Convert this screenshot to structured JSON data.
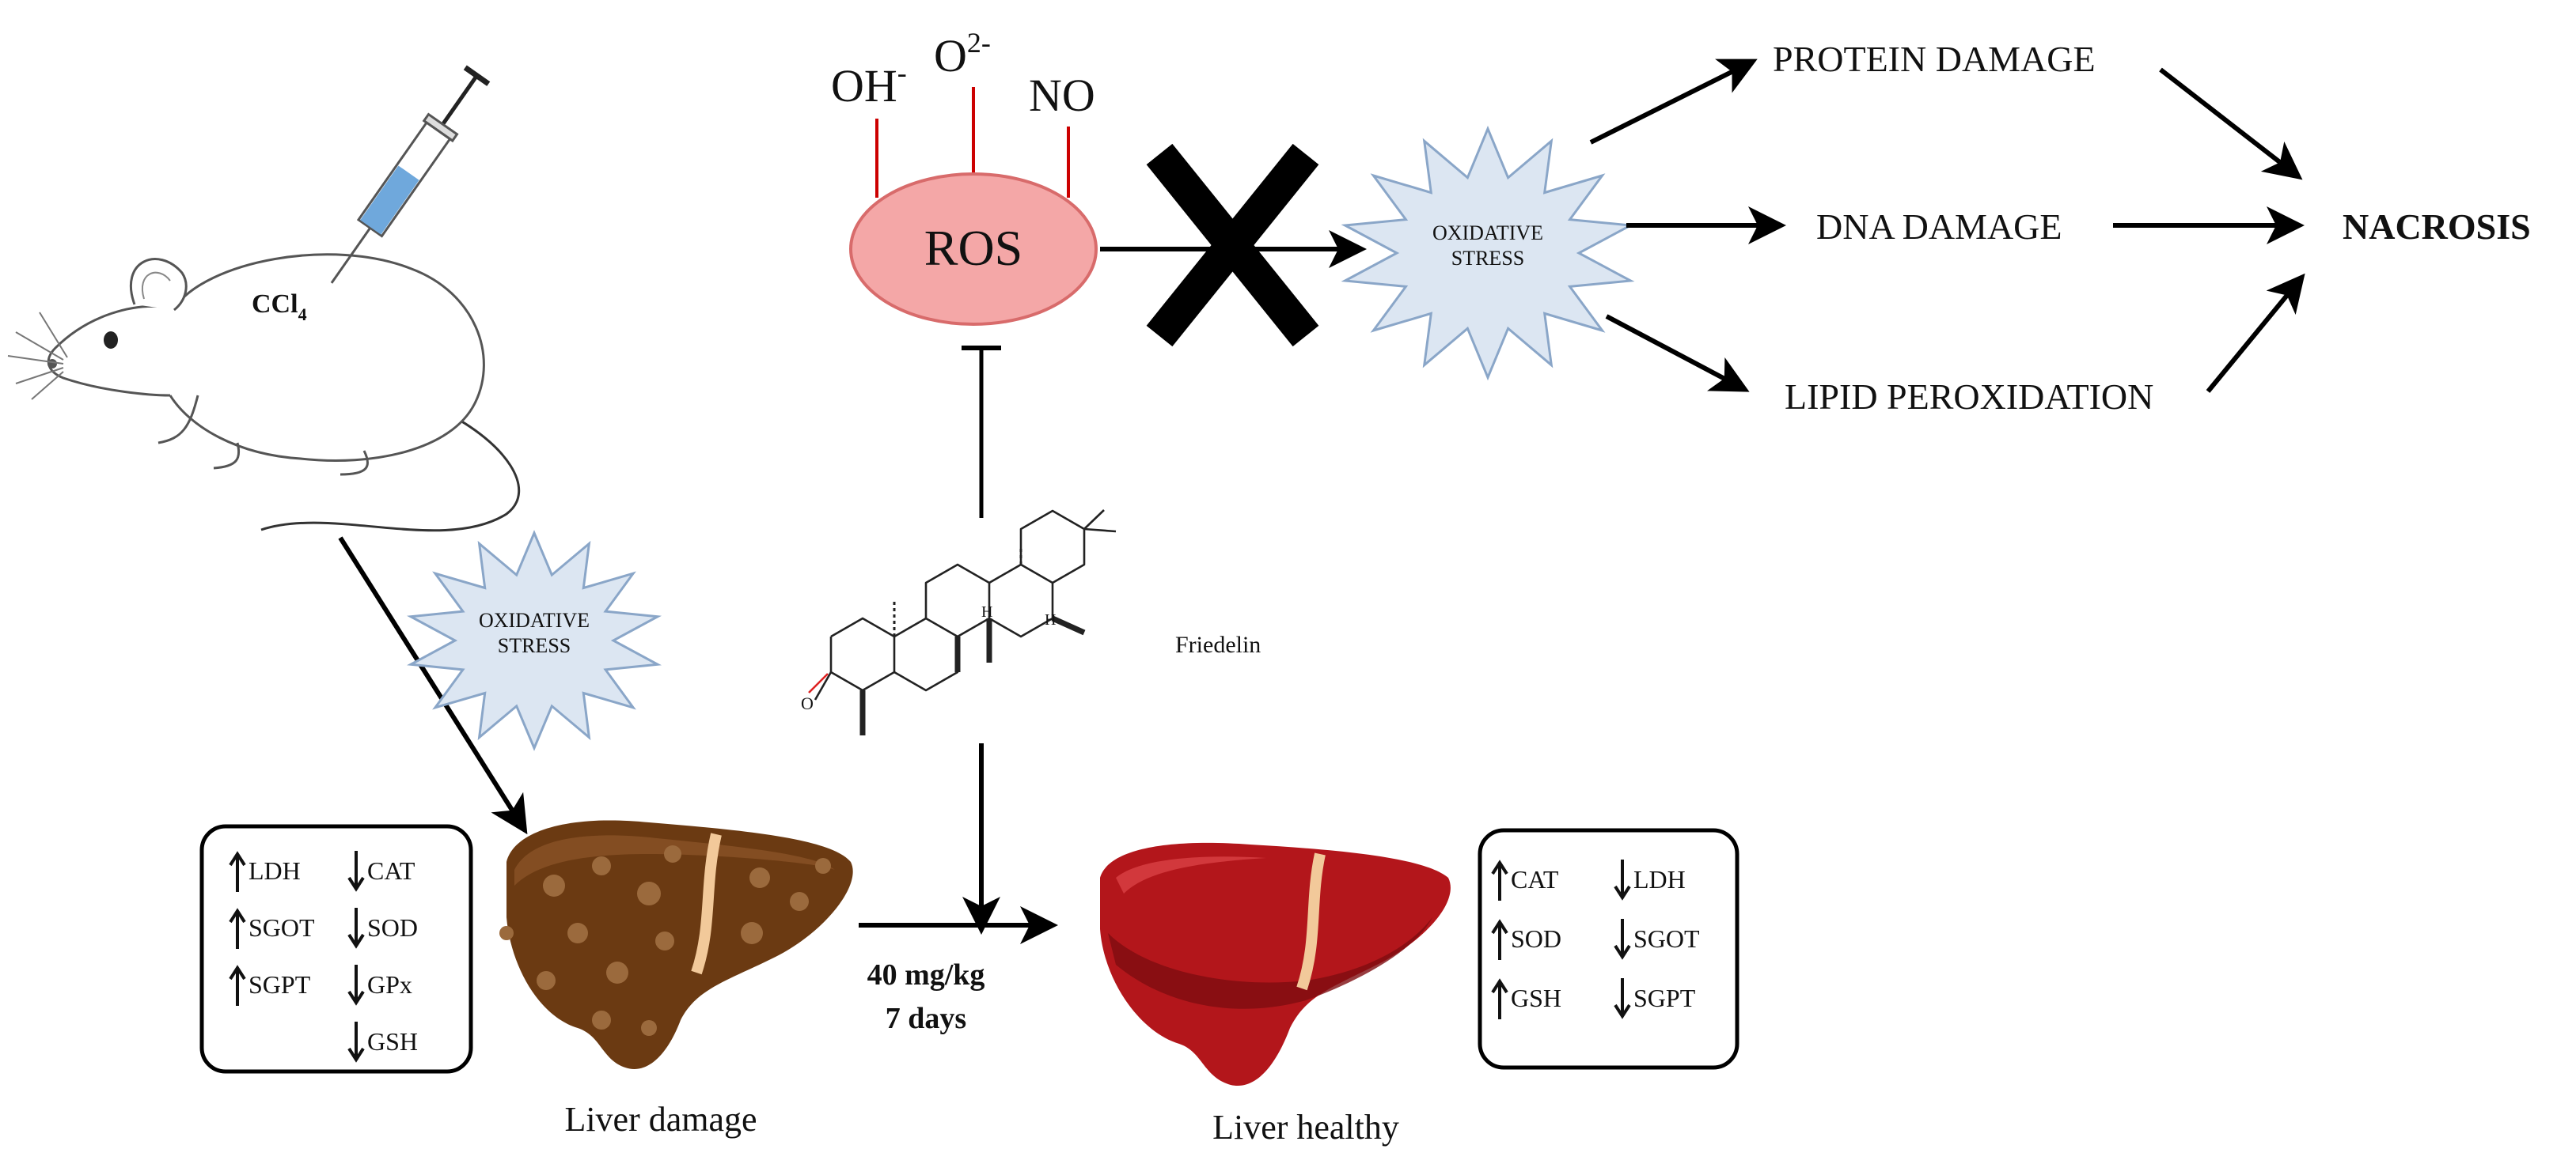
{
  "ros": {
    "label": "ROS",
    "oh": "OH",
    "oh_sup": "-",
    "o2": "O",
    "o2_sup": "2-",
    "no": "NO"
  },
  "oxidative_stress_right": {
    "line1": "OXIDATIVE",
    "line2": "STRESS"
  },
  "oxidative_stress_left": {
    "line1": "OXIDATIVE",
    "line2": "STRESS"
  },
  "damage": {
    "protein": "PROTEIN DAMAGE",
    "dna": "DNA DAMAGE",
    "lipid": "LIPID PEROXIDATION",
    "outcome": "NACROSIS"
  },
  "mouse": {
    "injection_label": "CCl",
    "injection_sub": "4"
  },
  "compound": {
    "name": "Friedelin"
  },
  "treatment": {
    "dose": "40 mg/kg",
    "duration": "7 days"
  },
  "damaged_markers": {
    "up": [
      "LDH",
      "SGOT",
      "SGPT"
    ],
    "down": [
      "CAT",
      "SOD",
      "GPx",
      "GSH"
    ]
  },
  "healthy_markers": {
    "up": [
      "CAT",
      "SOD",
      "GSH"
    ],
    "down": [
      "LDH",
      "SGOT",
      "SGPT"
    ]
  },
  "liver_damage_label": "Liver damage",
  "liver_healthy_label": "Liver healthy",
  "colors": {
    "ros_fill": "#f4a7a7",
    "ros_stroke": "#d86b6b",
    "star_fill": "#dce6f2",
    "star_stroke": "#8aa6c8",
    "damaged_liver": "#6b3a12",
    "healthy_liver": "#b3161b",
    "syringe_liquid": "#6fa8dc",
    "ros_line": "#cc0000"
  },
  "icons": [
    "mouse-illustration",
    "syringe-icon",
    "block-x-icon",
    "inhibit-bar-icon",
    "friedelin-structure",
    "damaged-liver-icon",
    "healthy-liver-icon",
    "up-arrow-icon",
    "down-arrow-icon"
  ]
}
